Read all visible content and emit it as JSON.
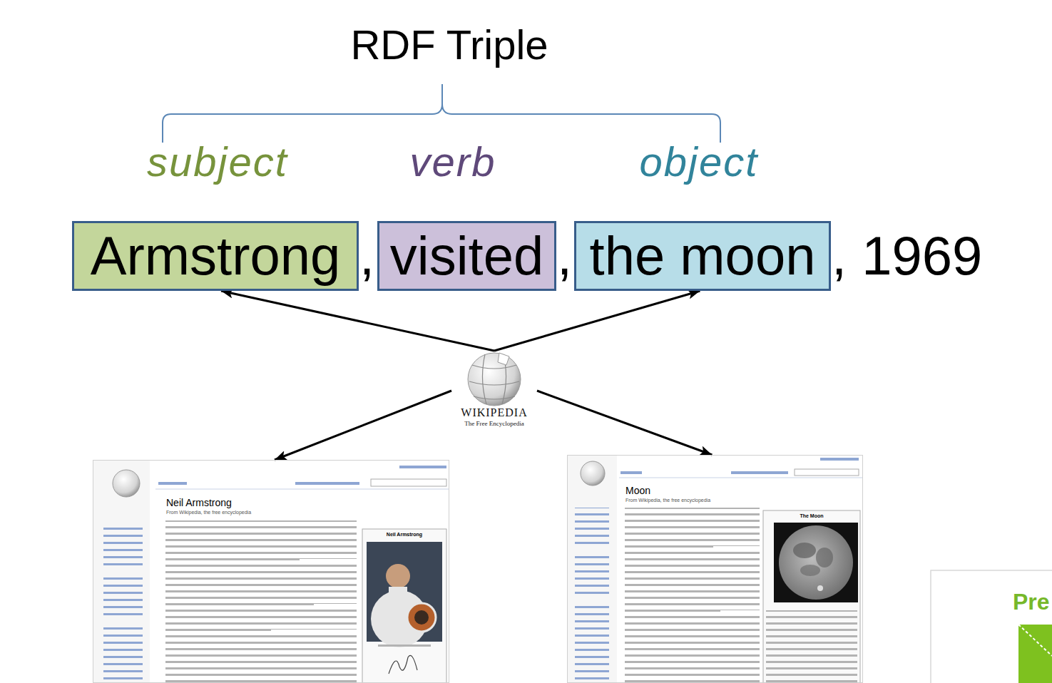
{
  "diagram": {
    "title": "RDF Triple",
    "nodes": [
      {
        "text": [
          "Armstrong"
        ]
      },
      {
        "text": [
          "visited"
        ]
      },
      {
        "text": [
          "the moon"
        ]
      },
      {
        "text": [
          "WIKIPEDIA",
          "The Free Encyclopedia"
        ]
      },
      {
        "text": [
          "Neil Armstrong",
          "From Wikipedia, the free encyclopedia"
        ]
      },
      {
        "text": [
          "Moon",
          "From Wikipedia, the free encyclopedia"
        ]
      }
    ],
    "edges": [
      {
        "from": 3,
        "to": 0,
        "arrow": "to"
      },
      {
        "from": 3,
        "to": 2,
        "arrow": "to"
      },
      {
        "from": 3,
        "to": 4,
        "arrow": "to"
      },
      {
        "from": 3,
        "to": 5,
        "arrow": "to"
      }
    ],
    "labels": [
      "subject",
      "verb",
      "object",
      ",",
      ",",
      ", 1969",
      "Neil Armstrong",
      "The Moon",
      "Pre"
    ]
  }
}
